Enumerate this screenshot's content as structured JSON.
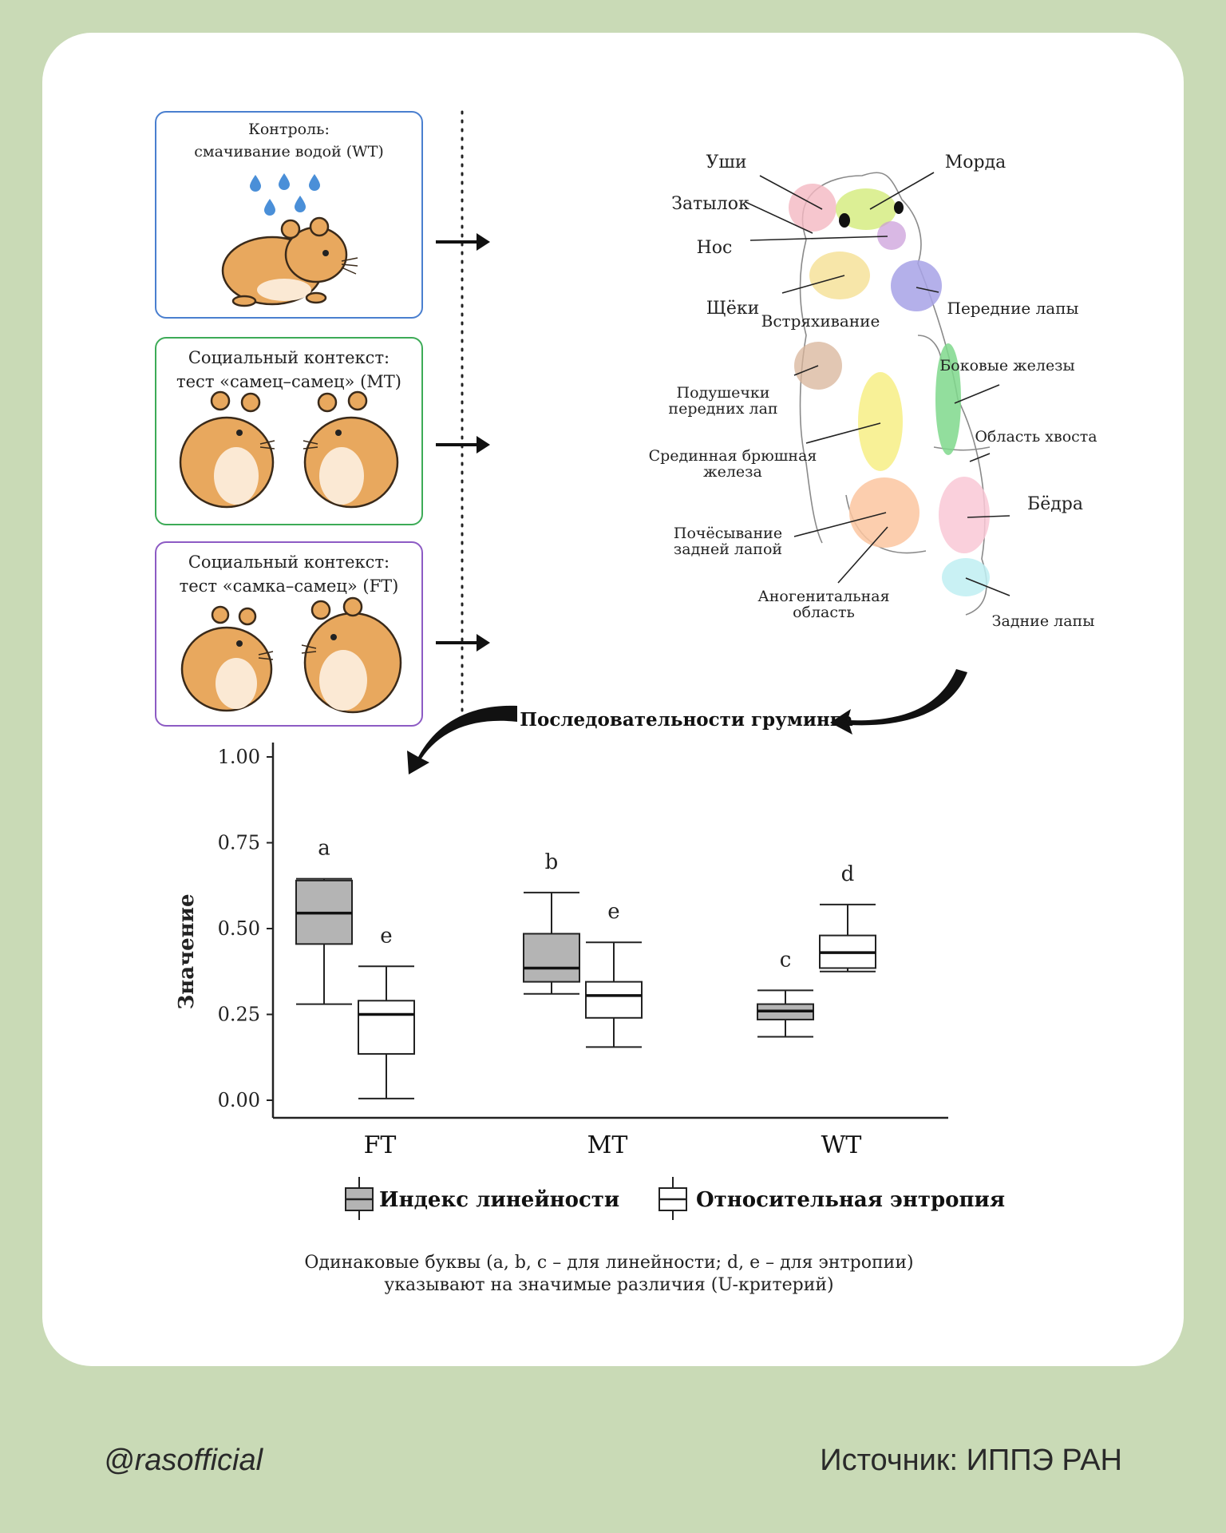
{
  "panels": {
    "wt": {
      "line1": "Контроль:",
      "line2": "смачивание водой (WT)"
    },
    "mt": {
      "line1": "Социальный контекст:",
      "line2": "тест «самец–самец» (MT)"
    },
    "ft": {
      "line1": "Социальный контекст:",
      "line2": "тест «самка–самец» (FT)"
    }
  },
  "body_regions": {
    "ears": "Уши",
    "muzzle": "Морда",
    "nape": "Затылок",
    "nose": "Нос",
    "cheeks": "Щёки",
    "shaking": "Встряхивание",
    "forepaws": "Передние лапы",
    "forepaw_pads_1": "Подушечки",
    "forepaw_pads_2": "передних лап",
    "flank_glands": "Боковые железы",
    "tail_area": "Область хвоста",
    "ventral_gland_1": "Срединная брюшная",
    "ventral_gland_2": "железа",
    "thighs": "Бёдра",
    "scratch_1": "Почёсывание",
    "scratch_2": "задней лапой",
    "anogenital_1": "Аногенитальная",
    "anogenital_2": "область",
    "hindpaws": "Задние лапы"
  },
  "sequences_label": "Последовательности груминга",
  "chart_data": {
    "type": "boxplot",
    "ylabel": "Значение",
    "ylim": [
      0,
      1
    ],
    "yticks": [
      "0.00",
      "0.25",
      "0.50",
      "0.75",
      "1.00"
    ],
    "categories": [
      "FT",
      "MT",
      "WT"
    ],
    "series": [
      {
        "name": "Индекс линейности",
        "color": "#b4b4b4",
        "boxes": [
          {
            "min": 0.28,
            "q1": 0.455,
            "median": 0.545,
            "q3": 0.64,
            "max": 0.645,
            "letter": "a"
          },
          {
            "min": 0.31,
            "q1": 0.345,
            "median": 0.385,
            "q3": 0.485,
            "max": 0.605,
            "letter": "b"
          },
          {
            "min": 0.185,
            "q1": 0.235,
            "median": 0.26,
            "q3": 0.28,
            "max": 0.32,
            "letter": "c"
          }
        ]
      },
      {
        "name": "Относительная энтропия",
        "color": "#ffffff",
        "boxes": [
          {
            "min": 0.005,
            "q1": 0.135,
            "median": 0.25,
            "q3": 0.29,
            "max": 0.39,
            "letter": "e"
          },
          {
            "min": 0.155,
            "q1": 0.24,
            "median": 0.305,
            "q3": 0.345,
            "max": 0.46,
            "letter": "e"
          },
          {
            "min": 0.375,
            "q1": 0.385,
            "median": 0.43,
            "q3": 0.48,
            "max": 0.57,
            "letter": "d"
          }
        ]
      }
    ]
  },
  "note": {
    "line1": "Одинаковые буквы (a, b, c – для линейности; d, e – для энтропии)",
    "line2": "указывают на значимые различия (U-критерий)"
  },
  "footer": {
    "handle": "@rasofficial",
    "source": "Источник: ИППЭ РАН"
  },
  "colors": {
    "background": "#c9dab6",
    "card": "#ffffff",
    "wt_border": "#4a7fcf",
    "mt_border": "#3dab57",
    "ft_border": "#8d5bc4",
    "hamster": "#e8a85e"
  }
}
